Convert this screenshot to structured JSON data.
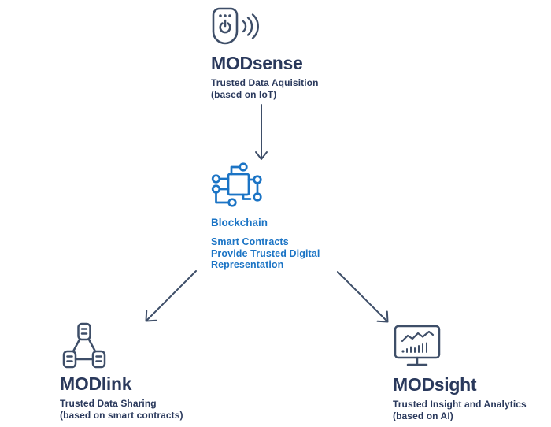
{
  "modsense": {
    "title": "MODsense",
    "subtitle_line1": "Trusted Data Aquisition",
    "subtitle_line2": "(based on IoT)",
    "icon": "iot-sensor-signal-icon"
  },
  "blockchain": {
    "title": "Blockchain",
    "line1": "Smart Contracts",
    "line2": "Provide Trusted Digital",
    "line3": "Representation",
    "icon": "blockchain-nodes-icon"
  },
  "modlink": {
    "title": "MODlink",
    "subtitle_line1": "Trusted Data Sharing",
    "subtitle_line2": "(based on smart contracts)",
    "icon": "linked-ledger-network-icon"
  },
  "modsight": {
    "title": "MODsight",
    "subtitle_line1": "Trusted Insight and Analytics",
    "subtitle_line2": "(based on AI)",
    "icon": "analytics-monitor-icon"
  },
  "arrows": {
    "top_to_blockchain": "down-arrow",
    "blockchain_to_modlink": "down-left-arrow",
    "blockchain_to_modsight": "down-right-arrow"
  },
  "colors": {
    "navy_text": "#2a395c",
    "icon_stroke": "#3e4e68",
    "accent_blue": "#1b74c5",
    "arrow": "#3e4e68",
    "background": "#ffffff"
  }
}
